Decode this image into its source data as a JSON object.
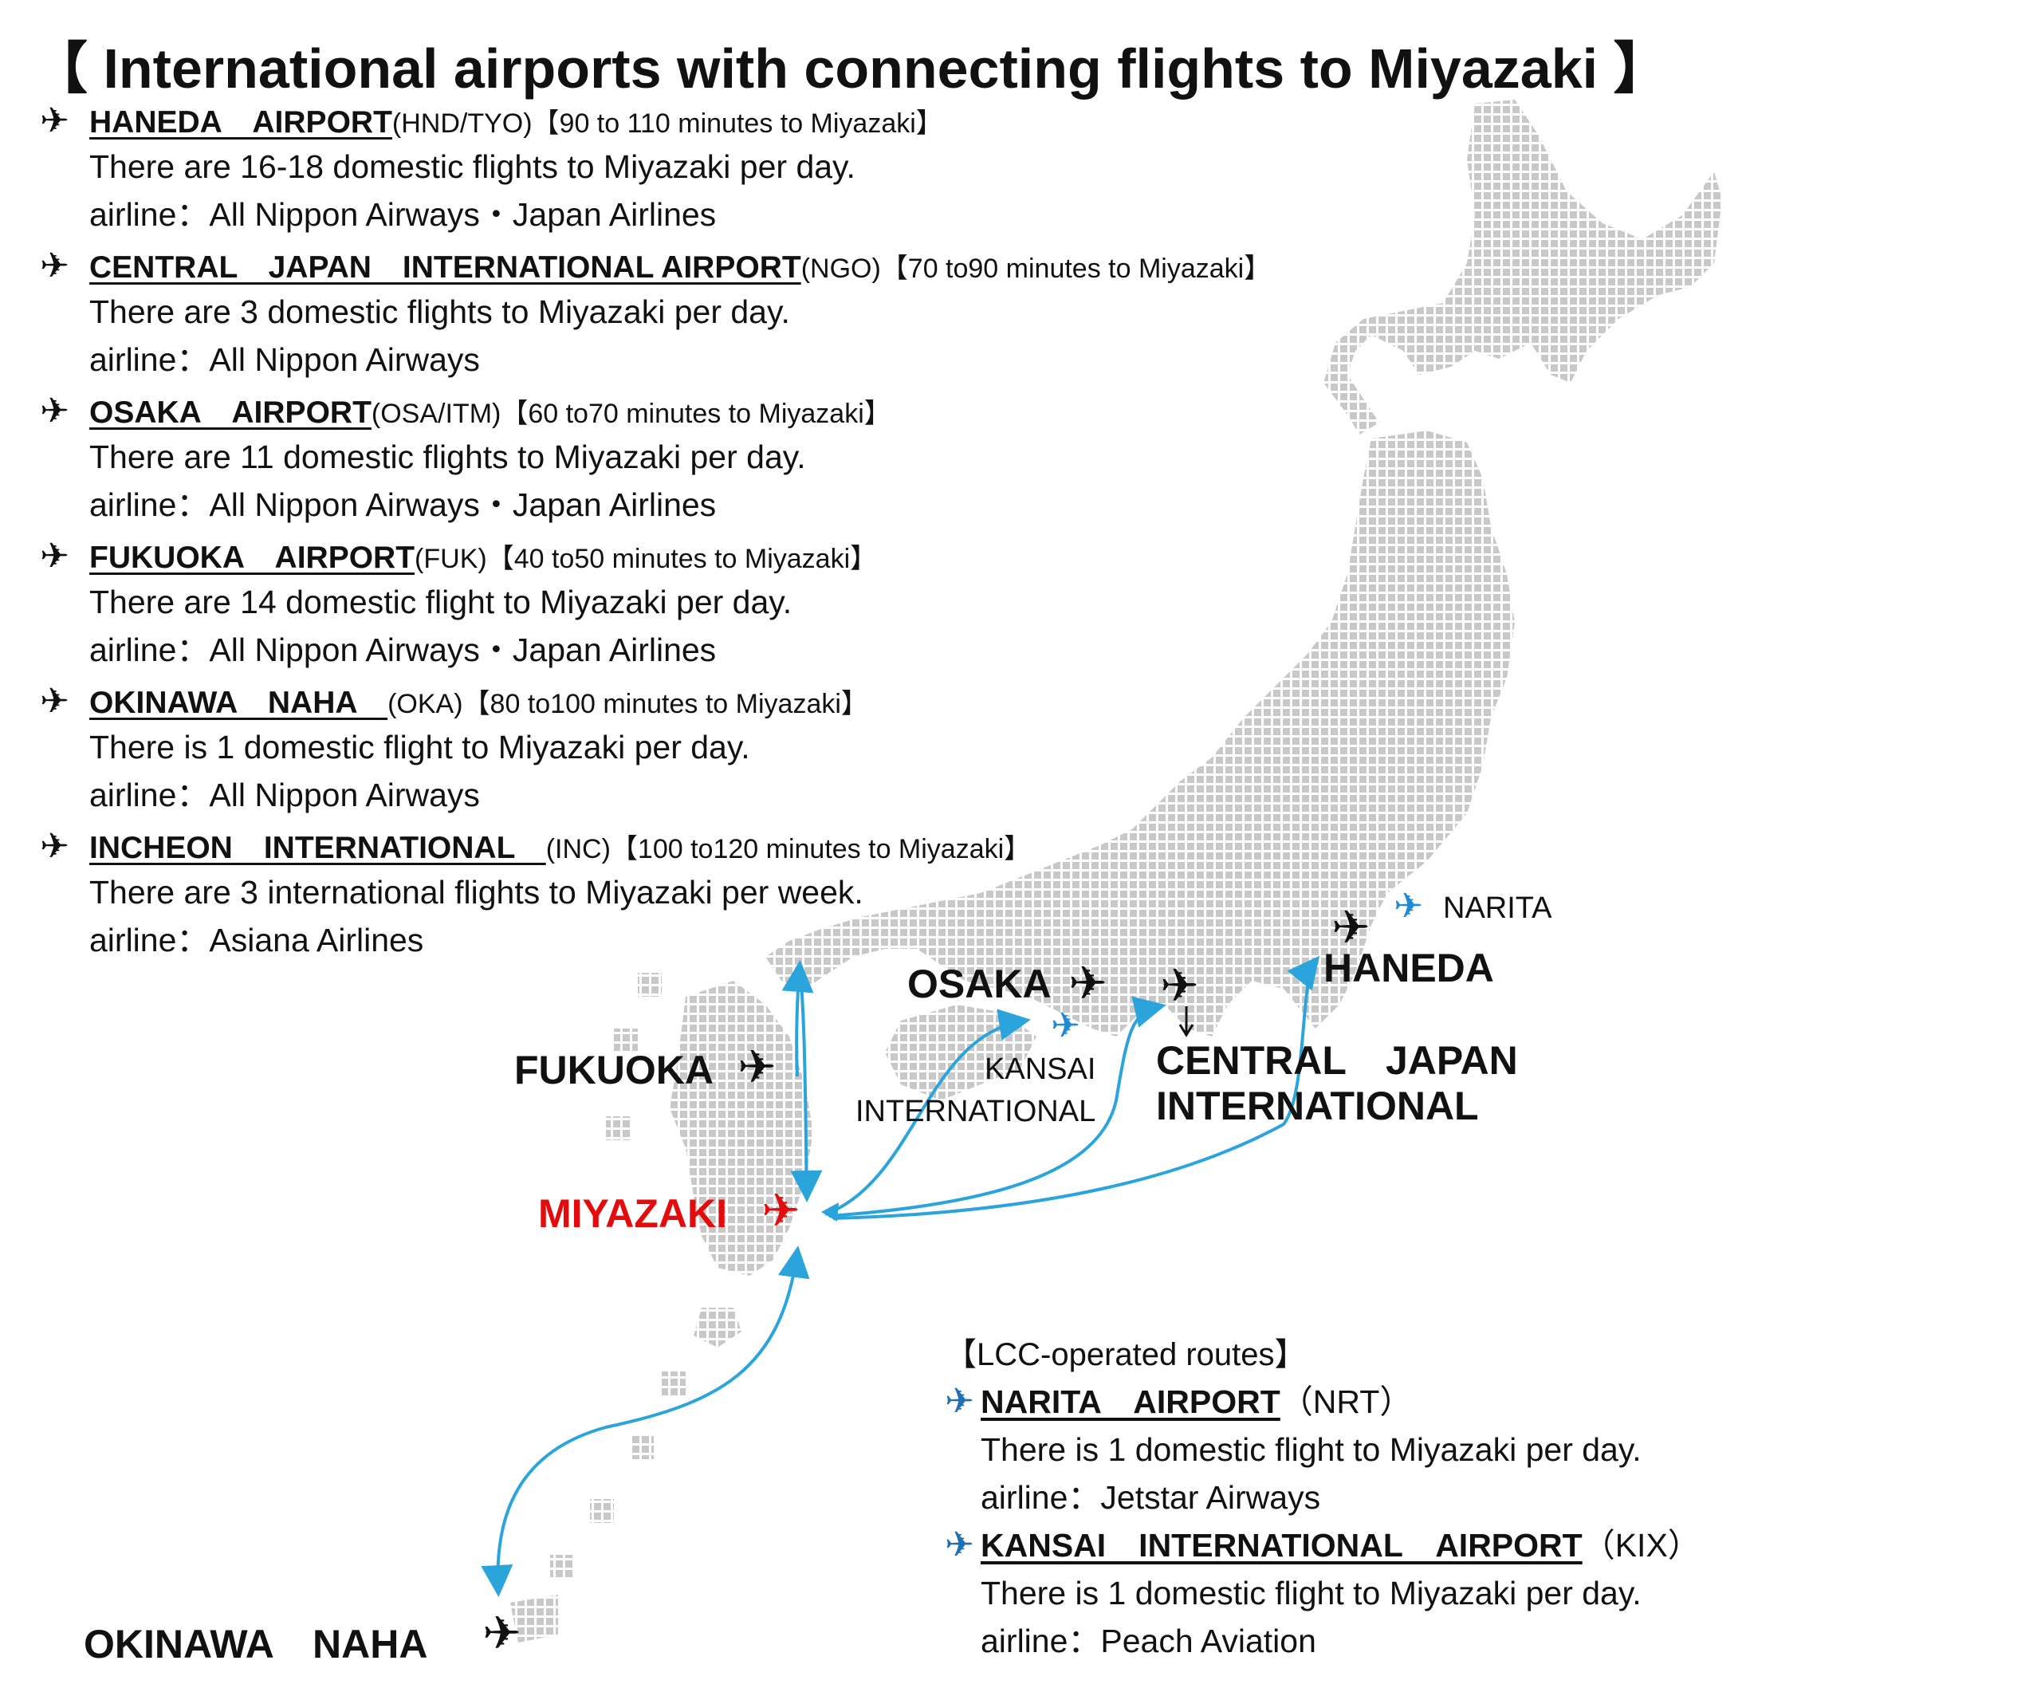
{
  "title": "【 International airports with connecting flights to Miyazaki 】",
  "airports": [
    {
      "name": "HANEDA　AIRPORT",
      "code": "(HND/TYO)",
      "time": "【90 to 110 minutes to Miyazaki】",
      "flights": "There are 16-18 domestic flights to Miyazaki per day.",
      "airline": "airline：All Nippon Airways・Japan Airlines"
    },
    {
      "name": "CENTRAL　JAPAN　INTERNATIONAL AIRPORT",
      "code": "(NGO)",
      "time": "【70 to90 minutes to Miyazaki】",
      "flights": "There are 3 domestic flights to Miyazaki per day.",
      "airline": "airline：All Nippon Airways"
    },
    {
      "name": "OSAKA　AIRPORT",
      "code": "(OSA/ITM)",
      "time": "【60 to70 minutes to Miyazaki】",
      "flights": "There are 11 domestic flights to Miyazaki per day.",
      "airline": "airline：All Nippon Airways・Japan Airlines"
    },
    {
      "name": "FUKUOKA　AIRPORT",
      "code": "(FUK)",
      "time": "【40 to50 minutes to Miyazaki】",
      "flights": "There are 14 domestic flight to Miyazaki per day.",
      "airline": "airline：All Nippon Airways・Japan Airlines"
    },
    {
      "name": "OKINAWA　NAHA　",
      "code": "(OKA)",
      "time": "【80 to100 minutes to Miyazaki】",
      "flights": "There is 1 domestic flight to Miyazaki per day.",
      "airline": "airline：All Nippon Airways"
    },
    {
      "name": "INCHEON　INTERNATIONAL　",
      "code": "(INC)",
      "time": "【100 to120 minutes to Miyazaki】",
      "flights": "There are 3 international flights to Miyazaki per week.",
      "airline": "airline：Asiana Airlines"
    }
  ],
  "lcc": {
    "title": "【LCC-operated routes】",
    "routes": [
      {
        "name": "NARITA　AIRPORT",
        "code": "（NRT）",
        "flights": "There is 1 domestic flight to Miyazaki per day.",
        "airline": "airline：Jetstar Airways"
      },
      {
        "name": "KANSAI　INTERNATIONAL　AIRPORT",
        "code": "（KIX）",
        "flights": "There is 1 domestic flight to Miyazaki per day.",
        "airline": "airline：Peach Aviation"
      }
    ]
  },
  "map_labels": {
    "haneda": "HANEDA",
    "narita": "NARITA",
    "osaka": "OSAKA",
    "kansai_line1": "KANSAI",
    "kansai_line2": "INTERNATIONAL",
    "central_line1": "CENTRAL　JAPAN",
    "central_line2": "INTERNATIONAL",
    "fukuoka": "FUKUOKA",
    "miyazaki": "MIYAZAKI",
    "okinawa": "OKINAWA　NAHA"
  },
  "plane_glyph": "✈",
  "icons": {
    "plane": "airplane-icon"
  },
  "colors": {
    "route": "#2ba4dc",
    "miyazaki": "#e30b0b",
    "lcc_plane": "#1f6fb5",
    "map_dots": "#c8c8c8"
  }
}
